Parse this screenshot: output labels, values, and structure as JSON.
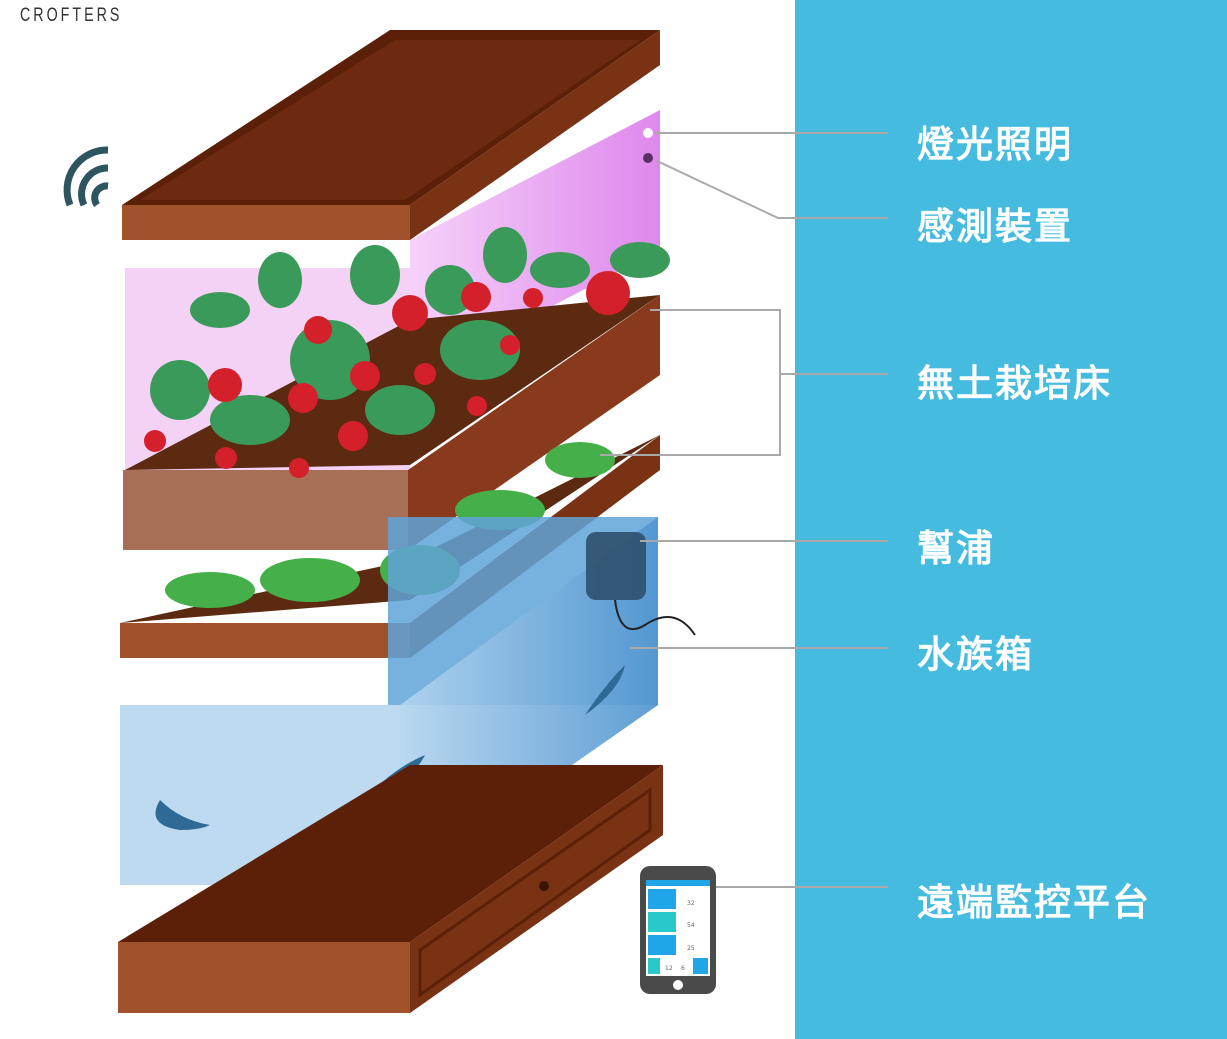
{
  "logo": "CROFTERS",
  "labels": {
    "lighting": "燈光照明",
    "sensor": "感測裝置",
    "grow_bed": "無土栽培床",
    "pump": "幫浦",
    "aquarium": "水族箱",
    "remote": "遠端監控平台"
  },
  "phone": {
    "v1": "32",
    "v2": "54",
    "v3": "25",
    "v4": "12",
    "v5": "6"
  },
  "colors": {
    "panel": "#44bbdf",
    "wood": "#8a3a1c",
    "water": "#6fb3e0",
    "light": "#e08ef0"
  }
}
